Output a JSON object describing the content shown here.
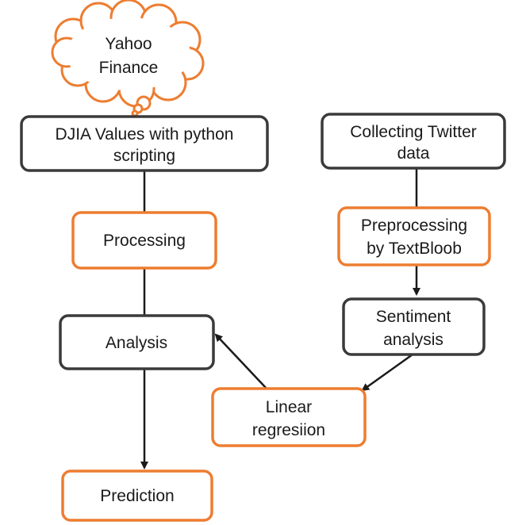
{
  "cloud": {
    "line1": "Yahoo",
    "line2": "Finance"
  },
  "nodes": {
    "djia": {
      "line1": "DJIA Values with python",
      "line2": "scripting"
    },
    "processing": {
      "label": "Processing"
    },
    "analysis": {
      "label": "Analysis"
    },
    "prediction": {
      "label": "Prediction"
    },
    "twitter": {
      "line1": "Collecting Twitter",
      "line2": "data"
    },
    "preprocessing": {
      "line1": "Preprocessing",
      "line2": "by TextBloob"
    },
    "sentiment": {
      "line1": "Sentiment",
      "line2": "analysis"
    },
    "linear": {
      "line1": "Linear",
      "line2": "regresiion"
    }
  },
  "colors": {
    "dark_border": "#3a3a3a",
    "orange_border": "#ed7d31",
    "connector": "#1a1a1a",
    "background": "#ffffff"
  }
}
